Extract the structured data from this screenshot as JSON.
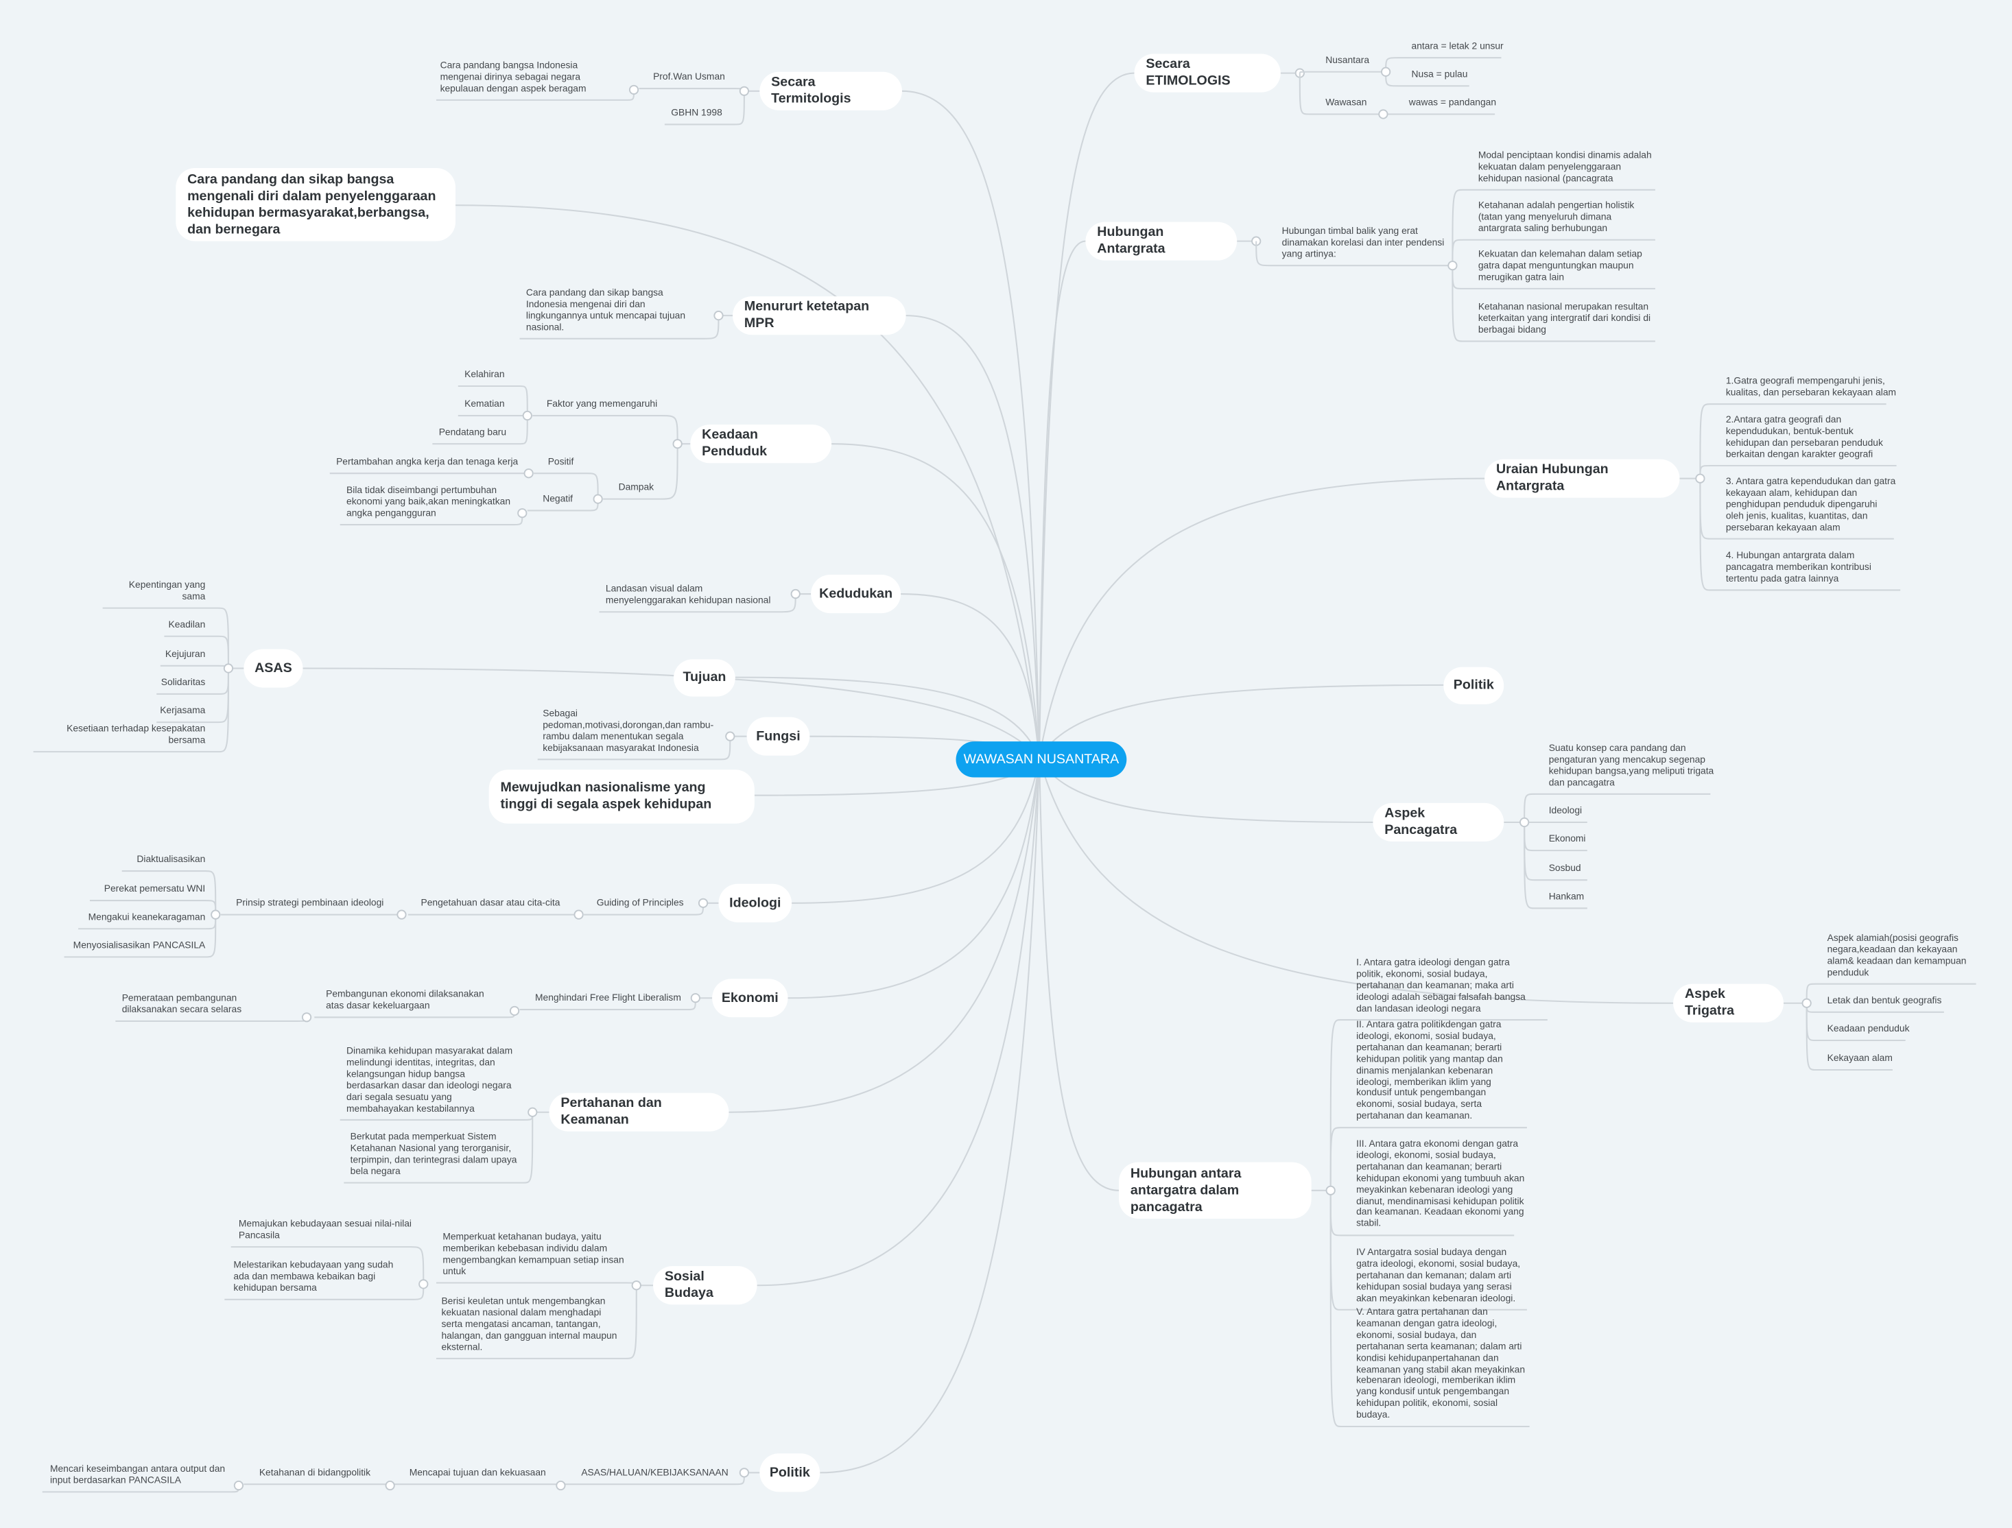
{
  "center": "WAWASAN NUSANTARA",
  "etimologis": {
    "title": "Secara ETIMOLOGIS",
    "nusantara": "Nusantara",
    "nusantara_items": [
      "antara = letak 2 unsur",
      "Nusa = pulau"
    ],
    "wawasan": "Wawasan",
    "wawasan_item": "wawas = pandangan"
  },
  "hubungan_antargrata": {
    "title": "Hubungan Antargrata",
    "desc": "Hubungan timbal balik yang erat dinamakan korelasi dan inter pendensi yang artinya:",
    "items": [
      "Modal penciptaan kondisi dinamis adalah kekuatan dalam penyelenggaraan kehidupan nasional (pancagrata",
      "Ketahanan adalah pengertian holistik (tatan yang menyeluruh dimana antargrata saling berhubungan",
      "Kekuatan dan kelemahan dalam setiap gatra dapat menguntungkan maupun merugikan gatra lain",
      "Ketahanan nasional merupakan resultan keterkaitan yang intergratif dari kondisi di berbagai bidang"
    ]
  },
  "uraian": {
    "title": "Uraian Hubungan Antargrata",
    "items": [
      "1.Gatra geografi mempengaruhi jenis, kualitas, dan persebaran kekayaan alam",
      "2.Antara gatra geografi dan kependudukan, bentuk-bentuk kehidupan dan persebaran penduduk berkaitan dengan karakter geografi",
      "3.  Antara gatra kependudukan dan gatra kekayaan alam, kehidupan dan penghidupan penduduk dipengaruhi oleh jenis, kualitas, kuantitas, dan persebaran kekayaan alam",
      "4. Hubungan antargrata dalam pancagatra memberikan kontribusi tertentu pada gatra lainnya"
    ]
  },
  "politik_right": {
    "title": "Politik"
  },
  "pancagatra": {
    "title": "Aspek Pancagatra",
    "items": [
      "Suatu konsep cara pandang dan pengaturan yang mencakup segenap kehidupan bangsa,yang meliputi trigata dan pancagatra",
      "Ideologi",
      "Ekonomi",
      "Sosbud",
      "Hankam"
    ]
  },
  "trigatra": {
    "title": "Aspek Trigatra",
    "items": [
      "Aspek alamiah(posisi geografis negara,keadaan dan kekayaan alam& keadaan dan kemampuan penduduk",
      "Letak  dan bentuk geografis",
      "Keadaan penduduk",
      "Kekayaan alam"
    ]
  },
  "hubungan_pancagatra": {
    "title": "Hubungan antara antargatra dalam pancagatra",
    "items": [
      "I. Antara gatra ideologi dengan gatra politik, ekonomi, sosial budaya, pertahanan dan keamanan; maka arti ideologi adalah sebagai falsafah bangsa dan landasan ideologi negara",
      "II. Antara gatra politikdengan gatra ideologi, ekonomi, sosial budaya, pertahanan dan keamanan; berarti kehidupan politik yang mantap dan dinamis menjalankan kebenaran ideologi, memberikan iklim yang kondusif untuk pengembangan ekonomi, sosial budaya, serta pertahanan dan keamanan.",
      "III. Antara gatra ekonomi dengan gatra ideologi, ekonomi, sosial budaya, pertahanan dan keamanan; berarti kehidupan ekonomi yang tumbuuh akan meyakinkan kebenaran ideologi yang dianut, mendinamisasi kehidupan politik dan keamanan. Keadaan ekonomi yang stabil.",
      "IV Antargatra sosial budaya dengan gatra ideologi, ekonomi, sosial budaya, pertahanan dan kemanan; dalam arti kehidupan sosial budaya yang serasi akan meyakinkan kebenaran ideologi.",
      "V. Antara gatra pertahanan dan keamanan dengan gatra ideologi, ekonomi, sosial budaya, dan pertahanan serta keamanan; dalam arti kondisi kehidupanpertahanan dan keamanan yang stabil akan meyakinkan kebenaran ideologi, memberikan iklim yang kondusif untuk pengembangan kehidupan politik, ekonomi, sosial budaya."
    ]
  },
  "termitologis": {
    "title": "Secara Termitologis",
    "wan_usman": "Prof.Wan Usman",
    "wan_usman_def": "Cara pandang bangsa Indonesia mengenai dirinya sebagai negara kepulauan dengan aspek beragam",
    "gbhn": "GBHN 1998"
  },
  "definisi": "Cara pandang dan sikap bangsa mengenali diri dalam penyelenggaraan kehidupan bermasyarakat,berbangsa, dan bernegara",
  "mpr": {
    "title": "Menururt ketetapan MPR",
    "def": "Cara pandang dan sikap bangsa Indonesia mengenai diri dan lingkungannya untuk mencapai tujuan nasional."
  },
  "penduduk": {
    "title": "Keadaan Penduduk",
    "faktor": "Faktor yang memengaruhi",
    "faktor_items": [
      "Kelahiran",
      "Kematian",
      "Pendatang baru"
    ],
    "dampak": "Dampak",
    "positif": "Positif",
    "positif_item": "Pertambahan angka kerja dan tenaga kerja",
    "negatif": "Negatif",
    "negatif_item": "Bila tidak diseimbangi pertumbuhan ekonomi yang baik,akan meningkatkan angka pengangguran"
  },
  "kedudukan": {
    "title": "Kedudukan",
    "def": "Landasan visual dalam menyelenggarakan kehidupan nasional"
  },
  "asas": {
    "title": "ASAS",
    "items": [
      "Kepentingan yang sama",
      "Keadilan",
      "Kejujuran",
      "Solidaritas",
      "Kerjasama",
      "Kesetiaan terhadap kesepakatan bersama"
    ]
  },
  "tujuan": {
    "title": "Tujuan"
  },
  "fungsi": {
    "title": "Fungsi",
    "def": "Sebagai pedoman,motivasi,dorongan,dan rambu-rambu dalam menentukan segala kebijaksanaan masyarakat Indonesia"
  },
  "nasionalisme": "Mewujudkan nasionalisme yang tinggi di segala aspek kehidupan",
  "ideologi": {
    "title": "Ideologi",
    "l1": "Guiding of Principles",
    "l2": "Pengetahuan dasar atau cita-cita",
    "l3": "Prinsip strategi pembinaan ideologi",
    "items": [
      "Diaktualisasikan",
      "Perekat pemersatu WNI",
      "Mengakui keanekaragaman",
      "Menyosialisasikan PANCASILA"
    ]
  },
  "ekonomi": {
    "title": "Ekonomi",
    "l1": "Menghindari Free Flight Liberalism",
    "l2": "Pembangunan ekonomi dilaksanakan atas dasar kekeluargaan",
    "l3": "Pemerataan pembangunan dilaksanakan secara selaras"
  },
  "hankam": {
    "title": "Pertahanan dan Keamanan",
    "items": [
      "Dinamika kehidupan masyarakat dalam melindungi identitas, integritas, dan kelangsungan hidup bangsa berdasarkan dasar dan ideologi negara dari segala sesuatu yang membahayakan kestabilannya",
      "Berkutat pada memperkuat Sistem Ketahanan Nasional yang terorganisir, terpimpin, dan terintegrasi dalam upaya bela negara"
    ]
  },
  "sosbud": {
    "title": "Sosial Budaya",
    "l1": "Memperkuat ketahanan budaya, yaitu memberikan kebebasan individu dalam mengembangkan kemampuan setiap insan untuk",
    "l1_items": [
      "Memajukan kebudayaan sesuai nilai-nilai Pancasila",
      "Melestarikan kebudayaan yang sudah ada dan membawa kebaikan bagi kehidupan bersama"
    ],
    "l2": "Berisi keuletan untuk mengembangkan kekuatan nasional dalam menghadapi serta mengatasi ancaman, tantangan, halangan, dan gangguan internal maupun eksternal."
  },
  "politik_left": {
    "title": "Politik",
    "l1": "ASAS/HALUAN/KEBIJAKSANAAN",
    "l2": "Mencapai tujuan dan kekuasaan",
    "l3": "Ketahanan di bidangpolitik",
    "l4": "Mencari keseimbangan antara output dan input berdasarkan PANCASILA"
  },
  "colors": {
    "background": "#eff4f7",
    "center": "#0ea2f0",
    "line": "#cfd5da"
  }
}
